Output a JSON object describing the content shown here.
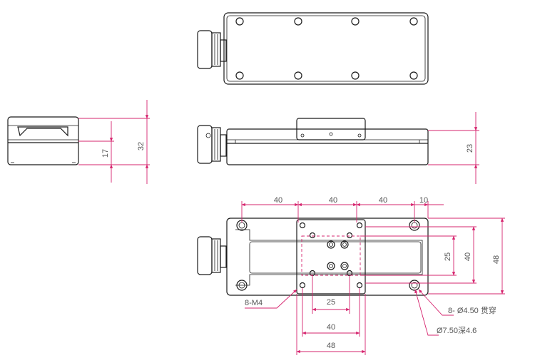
{
  "colors": {
    "outline": "#1a1a1a",
    "dimension": "#d6246e",
    "text": "#555555"
  },
  "side_view": {
    "dims": {
      "h17": "17",
      "h32": "32"
    }
  },
  "front_view": {
    "dims": {
      "h23": "23"
    }
  },
  "plan_view": {
    "dims": {
      "top_40_a": "40",
      "top_40_b": "40",
      "top_40_c": "40",
      "top_10": "10",
      "right_25": "25",
      "right_40": "40",
      "right_48": "48",
      "bottom_25": "25",
      "bottom_40": "40",
      "bottom_48": "48"
    },
    "callouts": {
      "thread": "8-M4",
      "thru_hole": "8- Ø4.50 贯穿",
      "counterbore": "Ø7.50深4.6"
    }
  }
}
